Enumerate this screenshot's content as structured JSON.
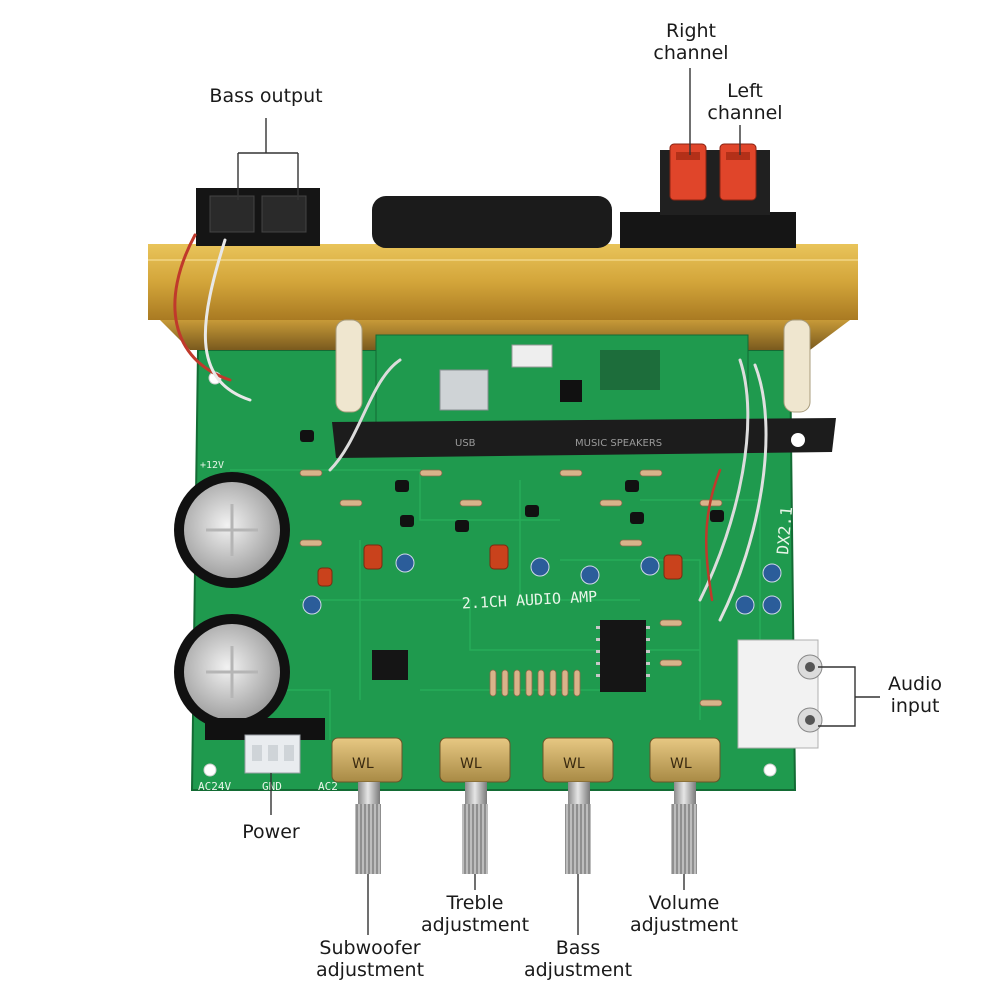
{
  "callouts": {
    "bass_output": "Bass output",
    "right_channel": "Right\nchannel",
    "left_channel": "Left\nchannel",
    "audio_input": "Audio\ninput",
    "power": "Power",
    "subwoofer": "Subwoofer\nadjustment",
    "treble": "Treble\nadjustment",
    "bass": "Bass\nadjustment",
    "volume": "Volume\nadjustment"
  },
  "board": {
    "title": "2.1CH AUDIO AMP",
    "model": "DX2.1",
    "ac_left": "AC24V",
    "gnd": "GND",
    "ac_right": "AC2",
    "usb": "USB",
    "music_speakers": "MUSIC SPEAKERS",
    "rail": "+12V",
    "pot_mark": "WL"
  },
  "colors": {
    "pcb": "#1f9a4e",
    "heatsink": "#d4a73a",
    "terminal_red": "#e0452a"
  }
}
